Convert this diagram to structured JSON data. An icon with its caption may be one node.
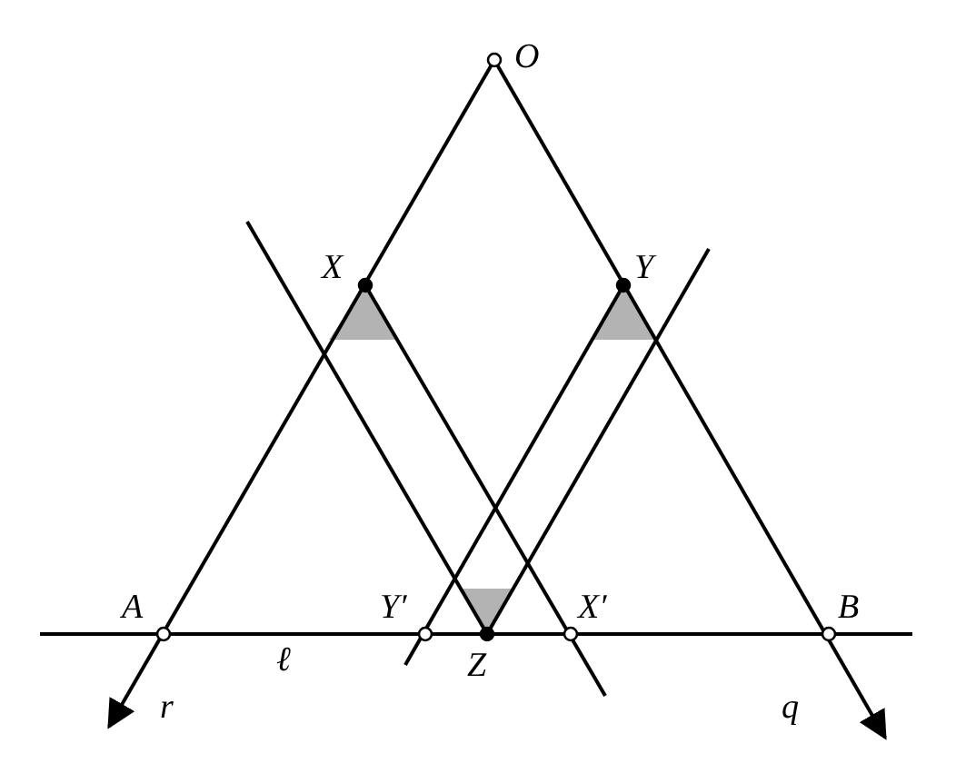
{
  "diagram": {
    "labels": [
      "O",
      "X",
      "Y",
      "A",
      "Y′",
      "X′",
      "B",
      "ℓ",
      "Z",
      "r",
      "q"
    ]
  }
}
